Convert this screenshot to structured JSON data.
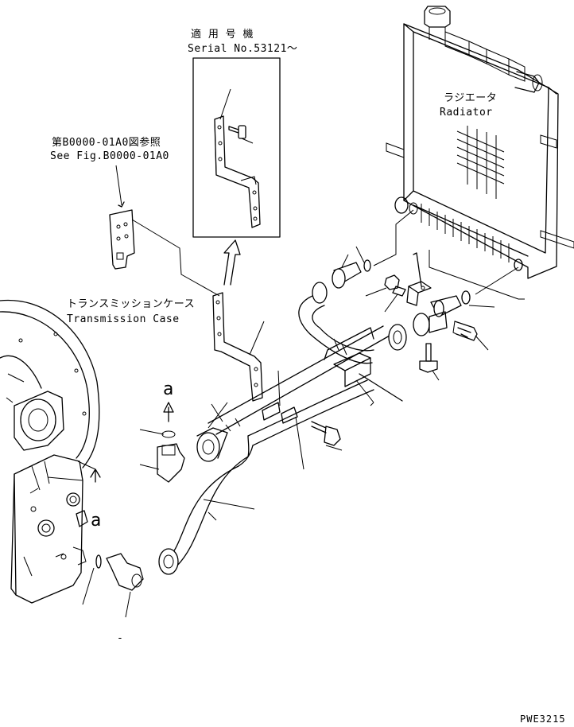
{
  "labels": {
    "serial_jp": "適 用 号 機",
    "serial_en": "Serial No.53121〜",
    "ref_jp": "第B0000-01A0図参照",
    "ref_en": "See Fig.B0000-01A0",
    "radiator_jp": "ラジエータ",
    "radiator_en": "Radiator",
    "transmission_jp": "トランスミッションケース",
    "transmission_en": "Transmission Case",
    "callout_a": "a",
    "stray_dash": "-",
    "figure_code": "PWE3215"
  }
}
